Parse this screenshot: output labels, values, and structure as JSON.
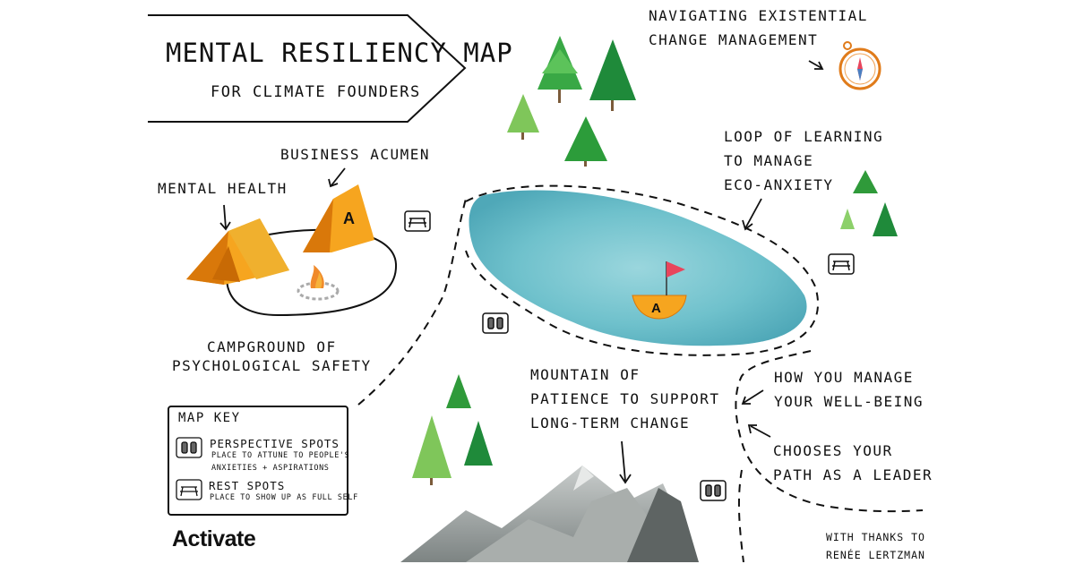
{
  "banner": {
    "title": "MENTAL RESILIENCY MAP",
    "subtitle": "FOR CLIMATE FOUNDERS"
  },
  "labels": {
    "navigating": "NAVIGATING EXISTENTIAL\nCHANGE MANAGEMENT",
    "business_acumen": "BUSINESS ACUMEN",
    "mental_health": "MENTAL HEALTH",
    "campground": "CAMPGROUND OF\nPSYCHOLOGICAL SAFETY",
    "loop": "LOOP OF LEARNING\nTO MANAGE\nECO-ANXIETY",
    "mountain": "MOUNTAIN OF\nPATIENCE TO SUPPORT\nLONG-TERM CHANGE",
    "wellbeing": "HOW YOU MANAGE\nYOUR WELL-BEING",
    "path": "CHOOSES YOUR\nPATH AS A LEADER"
  },
  "tent_mark": "A",
  "boat_mark": "A",
  "map_key": {
    "title": "MAP KEY",
    "items": [
      {
        "label": "PERSPECTIVE SPOTS",
        "desc": "PLACE TO ATTUNE TO PEOPLE'S\nANXIETIES + ASPIRATIONS",
        "icon": "binoculars-icon"
      },
      {
        "label": "REST SPOTS",
        "desc": "PLACE TO SHOW UP AS FULL SELF",
        "icon": "picnic-table-icon"
      }
    ]
  },
  "logo": "Activate",
  "thanks": "WITH THANKS TO\nRENÉE LERTZMAN",
  "colors": {
    "tent": "#f39c1a",
    "tent_dark": "#d9780a",
    "lake": "#74c4cf",
    "tree": "#2f9a3a",
    "flag": "#e8455c",
    "mountain": "#8e9594"
  }
}
